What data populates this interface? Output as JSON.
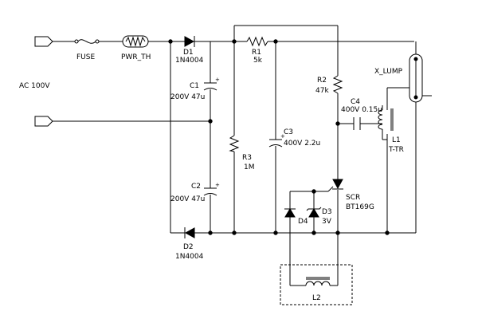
{
  "source_label": "AC 100V",
  "fuse": {
    "label": "FUSE"
  },
  "thermistor": {
    "label": "PWR_TH"
  },
  "d1": {
    "ref": "D1",
    "value": "1N4004"
  },
  "d2": {
    "ref": "D2",
    "value": "1N4004"
  },
  "c1": {
    "ref": "C1",
    "value": "200V 47u"
  },
  "c2": {
    "ref": "C2",
    "value": "200V 47u"
  },
  "c3": {
    "ref": "C3",
    "value": "400V 2.2u"
  },
  "c4": {
    "ref": "C4",
    "value": "400V 0.15u"
  },
  "r1": {
    "ref": "R1",
    "value": "5k"
  },
  "r2": {
    "ref": "R2",
    "value": "47k"
  },
  "r3": {
    "ref": "R3",
    "value": "1M"
  },
  "lamp": {
    "label": "X_LUMP"
  },
  "l1": {
    "ref": "L1",
    "value": "T-TR"
  },
  "scr": {
    "ref": "SCR",
    "value": "BT169G"
  },
  "d3": {
    "ref": "D3",
    "value": "3V"
  },
  "d4": {
    "ref": "D4"
  },
  "l2": {
    "ref": "L2"
  }
}
